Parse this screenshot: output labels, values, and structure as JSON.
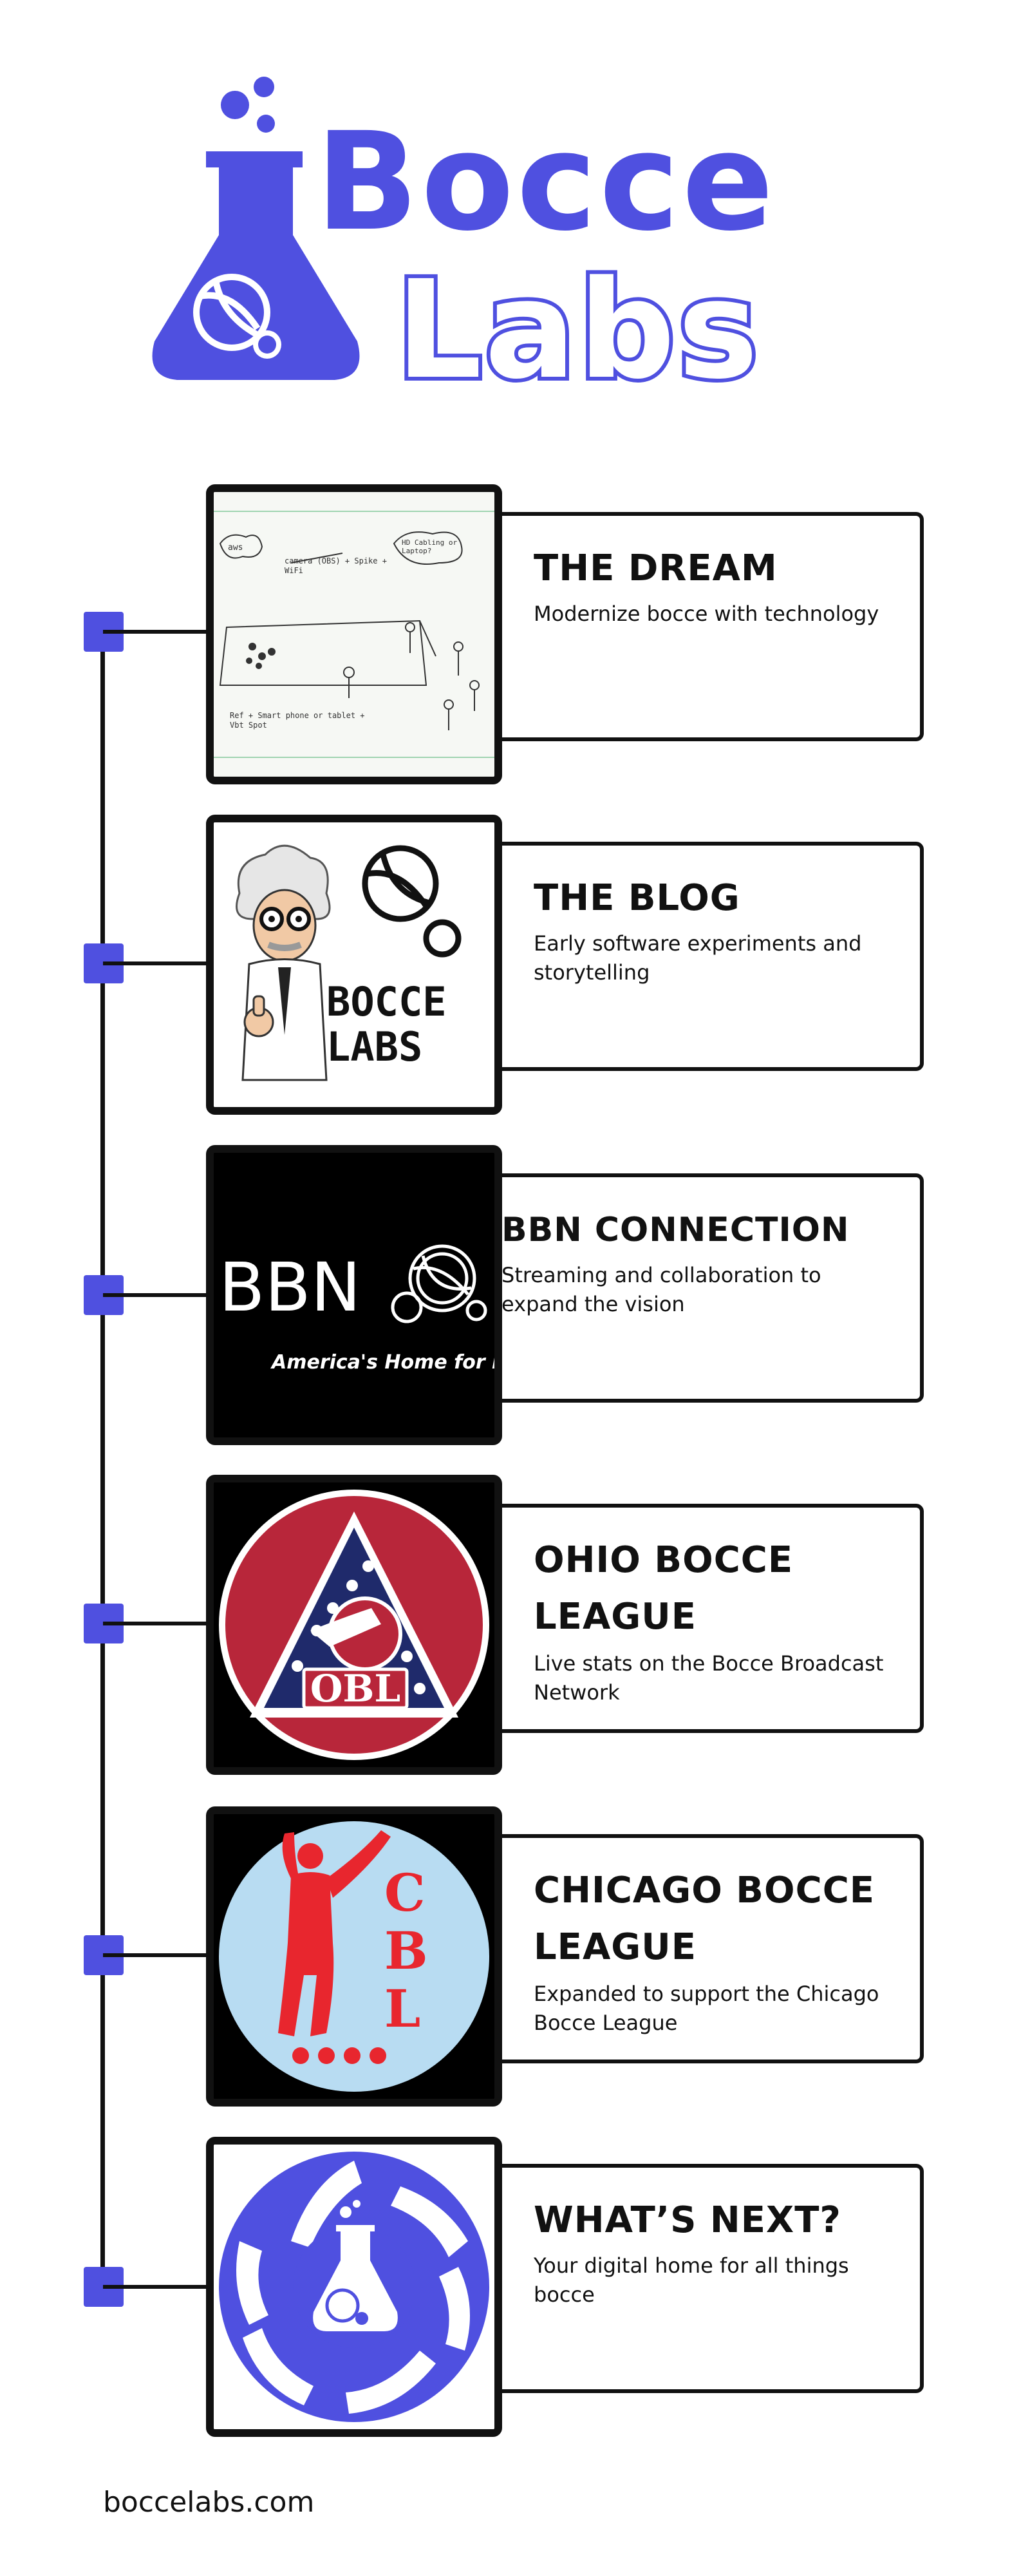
{
  "brand": {
    "line1": "Bocce",
    "line2": "Labs",
    "accent_color": "#4f50e0"
  },
  "timeline": [
    {
      "title": "THE DREAM",
      "description": "Modernize bocce with technology",
      "sketch_labels": {
        "cloud_left": "aws",
        "camera": "camera (OBS) + Spike + WiFi",
        "cloud_right": "HD Cabling or Laptop?",
        "ref": "Ref + Smart phone or tablet + Vbt Spot"
      }
    },
    {
      "title": "THE BLOG",
      "description": "Early software experiments and storytelling",
      "logo_text": {
        "line1": "BOCCE",
        "line2": "LABS"
      }
    },
    {
      "title": "BBN CONNECTION",
      "description": "Streaming and collaboration to expand the vision",
      "logo_text": {
        "mark": "BBN",
        "tagline": "America's Home for Bocce"
      }
    },
    {
      "title_lines": [
        "OHIO BOCCE",
        "LEAGUE"
      ],
      "description": "Live stats on the Bocce Broadcast Network",
      "logo_text": {
        "mark": "OBL"
      }
    },
    {
      "title_lines": [
        "CHICAGO BOCCE",
        "LEAGUE"
      ],
      "description": "Expanded to support the Chicago Bocce League",
      "logo_text": {
        "letters": [
          "C",
          "B",
          "L"
        ]
      }
    },
    {
      "title": "WHAT’S NEXT?",
      "description": "Your digital home for all things bocce"
    }
  ],
  "footer": {
    "url": "boccelabs.com"
  },
  "colors": {
    "accent": "#4f50e0",
    "obl_red": "#b8263a",
    "obl_navy": "#1f2a6b",
    "cbl_sky": "#b8dcf2",
    "cbl_red": "#e8262e"
  }
}
